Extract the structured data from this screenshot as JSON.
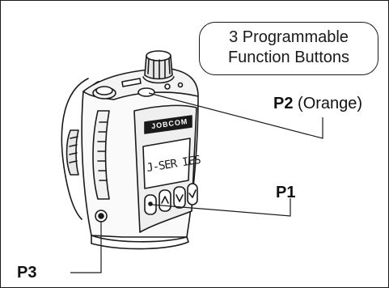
{
  "callout": {
    "line1": "3 Programmable",
    "line2": "Function Buttons"
  },
  "labels": {
    "p1": {
      "name": "P1",
      "note": ""
    },
    "p2": {
      "name": "P2",
      "note": "(Orange)"
    },
    "p3": {
      "name": "P3",
      "note": ""
    }
  },
  "device": {
    "brand": "JOBCOM",
    "display_text": "J-SER IES"
  },
  "colors": {
    "line": "#1a1a1a",
    "background": "#ffffff"
  }
}
